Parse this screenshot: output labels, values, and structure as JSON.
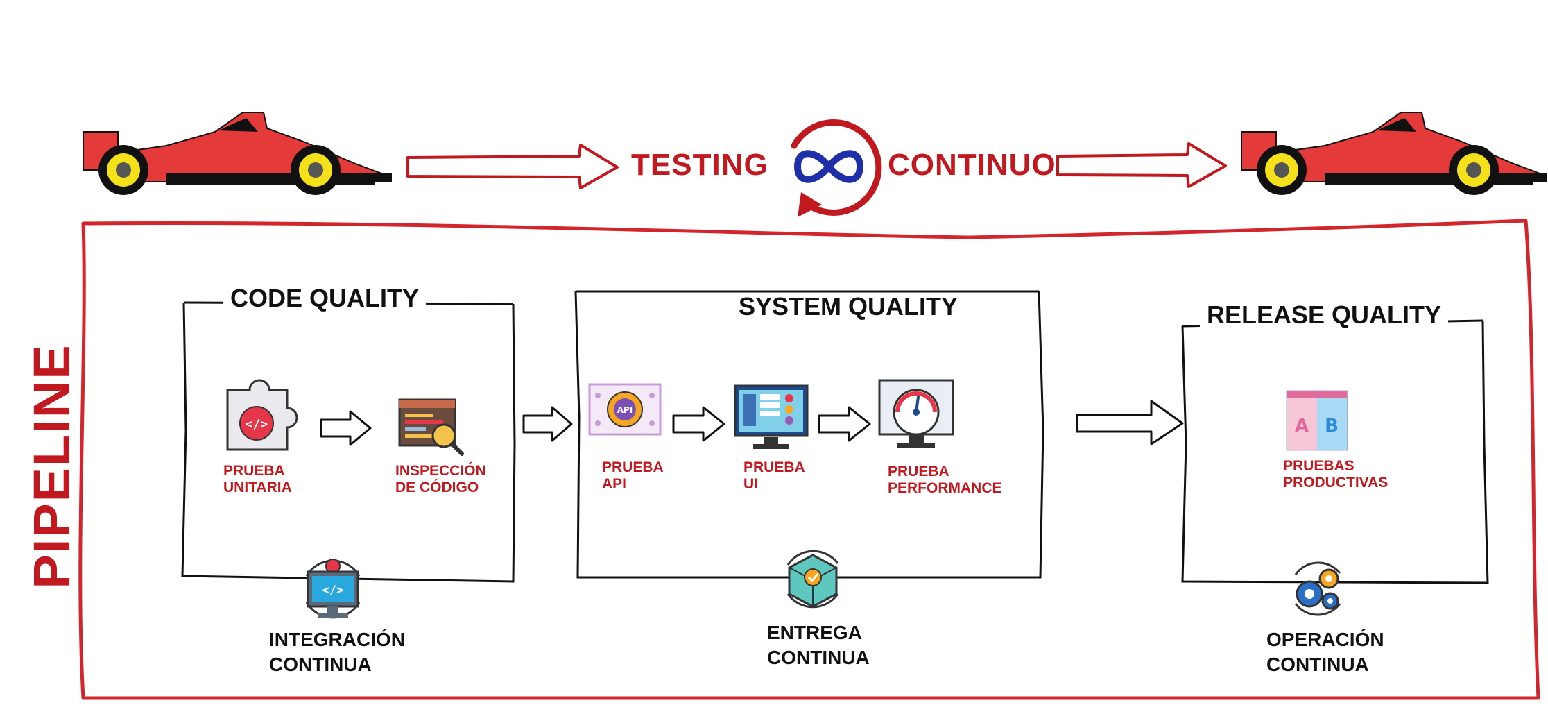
{
  "banner": {
    "left_word": "TESTING",
    "right_word": "CONTINUO"
  },
  "pipeline_label": "PIPELINE",
  "colors": {
    "accent_red": "#c0191f",
    "car_red": "#e53a3a",
    "tire_yellow": "#f5e11b",
    "infinity_blue": "#1f2fa8",
    "outline": "#111111"
  },
  "stages": {
    "code_quality": {
      "title": "CODE QUALITY",
      "steps": [
        {
          "label": "PRUEBA\nUNITARIA",
          "icon": "puzzle-code-icon"
        },
        {
          "label": "INSPECCIÓN\nDE CÓDIGO",
          "icon": "code-inspection-icon"
        }
      ],
      "footer": {
        "label": "INTEGRACIÓN\nCONTINUA",
        "icon": "continuous-integration-icon"
      }
    },
    "system_quality": {
      "title": "SYSTEM QUALITY",
      "steps": [
        {
          "label": "PRUEBA\nAPI",
          "icon": "api-gear-icon",
          "icon_text": "API"
        },
        {
          "label": "PRUEBA\nUI",
          "icon": "ui-monitor-icon"
        },
        {
          "label": "PRUEBA\nPERFORMANCE",
          "icon": "performance-gauge-icon"
        }
      ],
      "footer": {
        "label": "ENTREGA\nCONTINUA",
        "icon": "continuous-delivery-box-icon"
      }
    },
    "release_quality": {
      "title": "RELEASE QUALITY",
      "steps": [
        {
          "label": "PRUEBAS\nPRODUCTIVAS",
          "icon": "ab-test-icon",
          "icon_text_a": "A",
          "icon_text_b": "B"
        }
      ],
      "footer": {
        "label": "OPERACIÓN\nCONTINUA",
        "icon": "continuous-operation-gears-icon"
      }
    }
  }
}
